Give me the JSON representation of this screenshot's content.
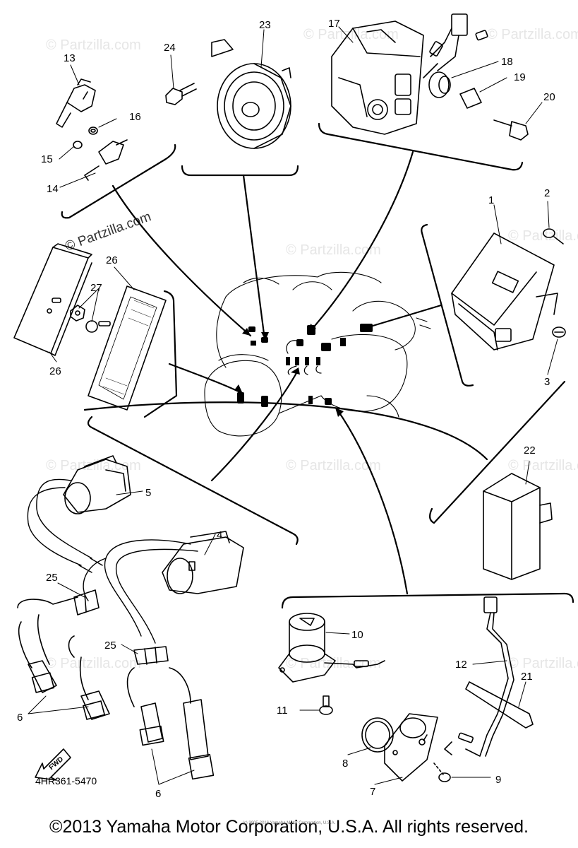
{
  "diagram_code": "4HR361-5470",
  "copyright": "©2013 Yamaha Motor Corporation, U.S.A. All rights reserved.",
  "copyright_small": "(c) 2005-2016 Yamaha Motor Corporation, U.S.A.",
  "watermark": "© Partzilla.com",
  "fwd_label": "FWD",
  "callouts": {
    "c1": "1",
    "c2": "2",
    "c3": "3",
    "c4": "4",
    "c5": "5",
    "c6a": "6",
    "c6b": "6",
    "c7": "7",
    "c8": "8",
    "c9": "9",
    "c10": "10",
    "c11": "11",
    "c12": "12",
    "c13": "13",
    "c14": "14",
    "c15": "15",
    "c16": "16",
    "c17": "17",
    "c18": "18",
    "c19": "19",
    "c20": "20",
    "c21": "21",
    "c22": "22",
    "c23": "23",
    "c24": "24",
    "c25a": "25",
    "c25b": "25",
    "c26a": "26",
    "c26b": "26",
    "c27": "27"
  }
}
